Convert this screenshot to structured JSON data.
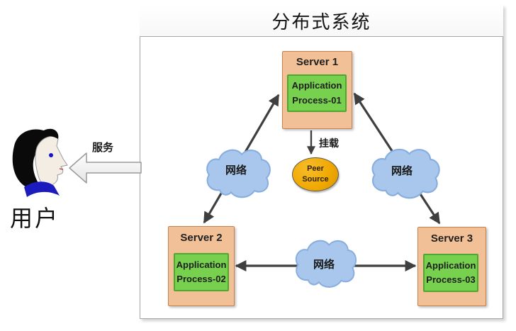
{
  "diagram": {
    "title": "分布式系统",
    "user": {
      "label": "用户"
    },
    "service": {
      "label": "服务"
    },
    "mount": {
      "label": "挂载"
    },
    "peer_source": {
      "label": "Peer Source"
    },
    "servers": [
      {
        "name": "Server 1",
        "process": "Application Process-01"
      },
      {
        "name": "Server 2",
        "process": "Application Process-02"
      },
      {
        "name": "Server 3",
        "process": "Application Process-03"
      }
    ],
    "network_labels": [
      "网络",
      "网络",
      "网络"
    ],
    "colors": {
      "server_fill": "#F2C096",
      "server_border": "#C8814B",
      "process_fill": "#77D14F",
      "process_border": "#4EA72E",
      "peer_fill": "#EFA800",
      "cloud_fill": "#A9C7EC",
      "arrow": "#3F3F3F",
      "frame_border": "#A6A6A6"
    }
  }
}
